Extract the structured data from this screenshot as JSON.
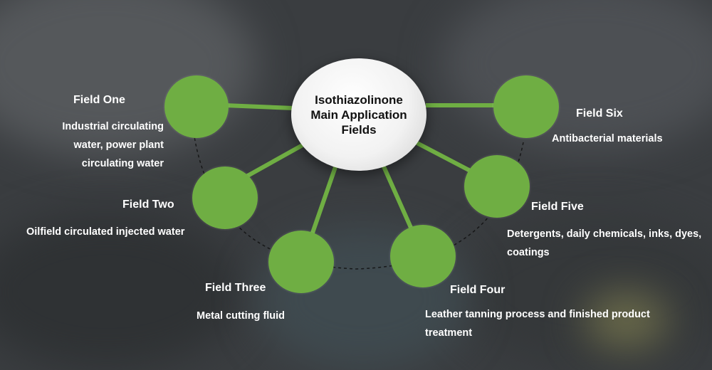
{
  "center": {
    "title": "Isothiazolinone Main Application Fields"
  },
  "colors": {
    "node": "#6fae43",
    "connector": "#6fae43",
    "background": "#3a3d40",
    "text": "#ffffff"
  },
  "fields": [
    {
      "title": "Field One",
      "description": "Industrial circulating water, power plant circulating water"
    },
    {
      "title": "Field Two",
      "description": "Oilfield circulated injected water"
    },
    {
      "title": "Field Three",
      "description": "Metal cutting fluid"
    },
    {
      "title": "Field Four",
      "description": "Leather tanning process and finished product treatment"
    },
    {
      "title": "Field Five",
      "description": "Detergents, daily chemicals, inks, dyes, coatings"
    },
    {
      "title": "Field Six",
      "description": "Antibacterial materials"
    }
  ]
}
